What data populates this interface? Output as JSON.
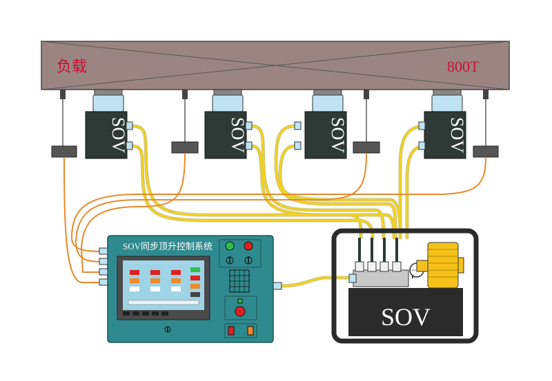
{
  "load_beam": {
    "label": "负载",
    "capacity": "800T"
  },
  "jacks": [
    {
      "label": "SOV"
    },
    {
      "label": "SOV"
    },
    {
      "label": "SOV"
    },
    {
      "label": "SOV"
    }
  ],
  "control_panel": {
    "title": "SOV同步顶升控制系统"
  },
  "pump_station": {
    "label": "SOV"
  },
  "colors": {
    "beam": "#9b8583",
    "jack_body": "#2d3a36",
    "jack_cap": "#bfe3f2",
    "hydraulic_line": "#f2d21a",
    "signal_line": "#e88a2a",
    "panel": "#2f8a8f",
    "pump_frame": "#2b2b2b",
    "motor": "#f4c21b"
  }
}
